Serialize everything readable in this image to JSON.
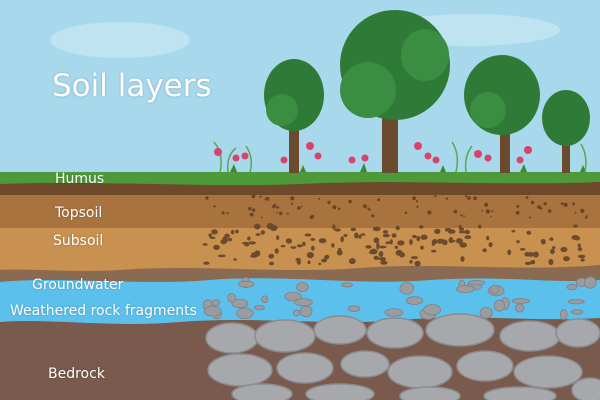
{
  "title": "Soil layers",
  "layers": [
    {
      "label": "Humus"
    },
    {
      "label": "Topsoil"
    },
    {
      "label": "Subsoil"
    },
    {
      "label": "Groundwater"
    },
    {
      "label": "Weathered rock fragments"
    },
    {
      "label": "Bedrock"
    }
  ],
  "colors": {
    "sky": "#a8d8ec",
    "grass": "#4e9a3a",
    "humus": "#6e4a2a",
    "topsoil": "#a8733f",
    "subsoil": "#c89150",
    "clay": "#8b6a52",
    "groundwater": "#5cc0ec",
    "bedrock": "#795a4c",
    "rock": "#a6a8ab",
    "tree_foliage": "#2f7a36",
    "tree_trunk": "#6b4a2e",
    "flower": "#d8436a"
  }
}
